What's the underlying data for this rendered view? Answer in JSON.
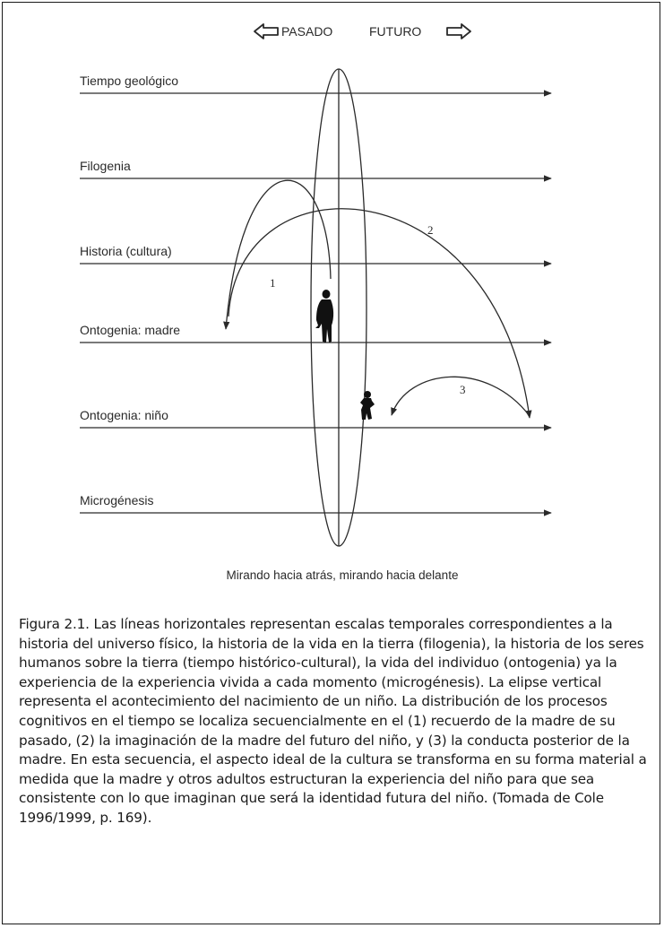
{
  "diagram": {
    "header": {
      "past_label": "PASADO",
      "future_label": "FUTURO"
    },
    "timelines": [
      "Tiempo geológico",
      "Filogenia",
      "Historia (cultura)",
      "Ontogenia: madre",
      "Ontogenia: niño",
      "Microgénesis"
    ],
    "arc_numbers": [
      "1",
      "2",
      "3"
    ],
    "subtitle": "Mirando hacia atrás, mirando hacia delante"
  },
  "caption": {
    "text": "Figura 2.1. Las líneas horizontales representan escalas temporales correspondientes a la historia del universo físico, la historia de la vida en la tierra (filogenia), la historia de los seres humanos sobre la tierra (tiempo histórico-cultural), la vida del individuo (ontogenia) ya la experiencia de la experiencia vivida a cada momento (microgénesis). La elipse vertical representa el acontecimiento del nacimiento de un niño. La distribución de los procesos cognitivos en el tiempo se localiza secuencialmente en el (1) recuerdo de la madre de su pasado, (2) la imaginación de la madre del futuro del niño, y (3) la conducta posterior de la madre. En esta secuencia, el aspecto ideal de la cultura se transforma en su forma material a medida que la madre y otros adultos estructuran la experiencia del niño para que sea consistente con lo que imaginan que será la identidad futura del niño. (Tomada de Cole 1996/1999, p. 169)."
  }
}
